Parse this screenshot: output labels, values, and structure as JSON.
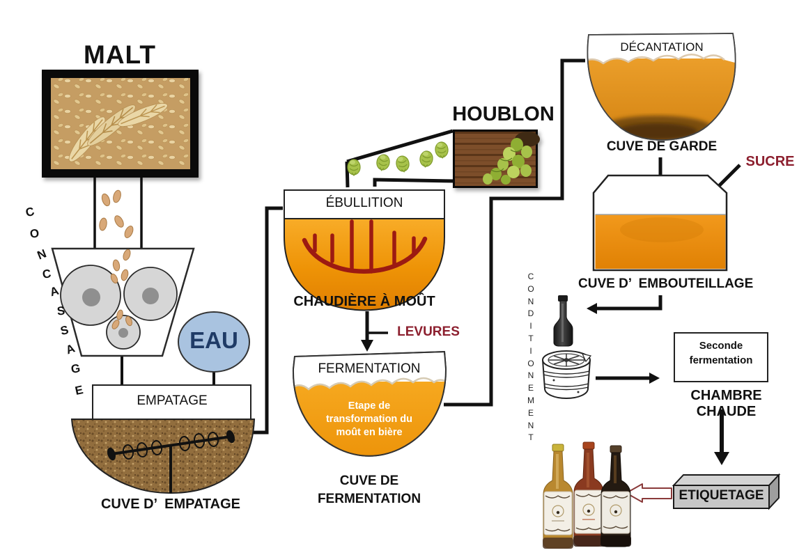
{
  "diagram": {
    "malt": "MALT",
    "concassage": "CONCASSAGE",
    "eau": "EAU",
    "empatage_tank": "EMPATAGE",
    "empatage_caption": "CUVE D’  EMPATAGE",
    "ebullition_tank": "ÉBULLITION",
    "ebullition_caption": "CHAUDIÈRE À MOÛT",
    "houblon": "HOUBLON",
    "levures": "LEVURES",
    "fermentation_tank": "FERMENTATION",
    "fermentation_note": "Etape de transformation du moût en bière",
    "fermentation_caption": "CUVE DE\nFERMENTATION",
    "decantation_tank": "DÉCANTATION",
    "garde_caption": "CUVE DE GARDE",
    "sucre": "SUCRE",
    "embouteillage_caption": "CUVE D’  EMBOUTEILLAGE",
    "conditionnement": "CONDITIONEMENT",
    "seconde_fermentation": "Seconde fermentation",
    "chambre_chaude_caption": "CHAMBRE CHAUDE",
    "etiquetage": "ETIQUETAGE"
  },
  "colors": {
    "wort_orange": "#f19b17",
    "mash_brown": "#926e3e",
    "accent_maroon": "#8c1f2e",
    "heater_red": "#9c1a12",
    "eau_fill": "#a9c3e0",
    "eau_text": "#1f3b66",
    "hop_green": "#a7c24a",
    "etiquetage_gray": "#c6c6c6",
    "line_black": "#111111"
  },
  "icons": {
    "malt_photo": "malt-grain-photo",
    "houblon_photo": "hop-cones-photo",
    "mill": "grain-mill-icon",
    "mash_tun": "mash-tun-icon",
    "boil_kettle": "boil-kettle-icon",
    "fermentation_tank": "fermentation-tank-icon",
    "garde_tank": "settling-tank-icon",
    "bottling_tank": "bottling-tank-icon",
    "bottle": "beer-bottle-icon",
    "keg": "keg-icon",
    "bottles_photo": "beer-bottles-photo",
    "label_box": "labeling-3d-box"
  }
}
